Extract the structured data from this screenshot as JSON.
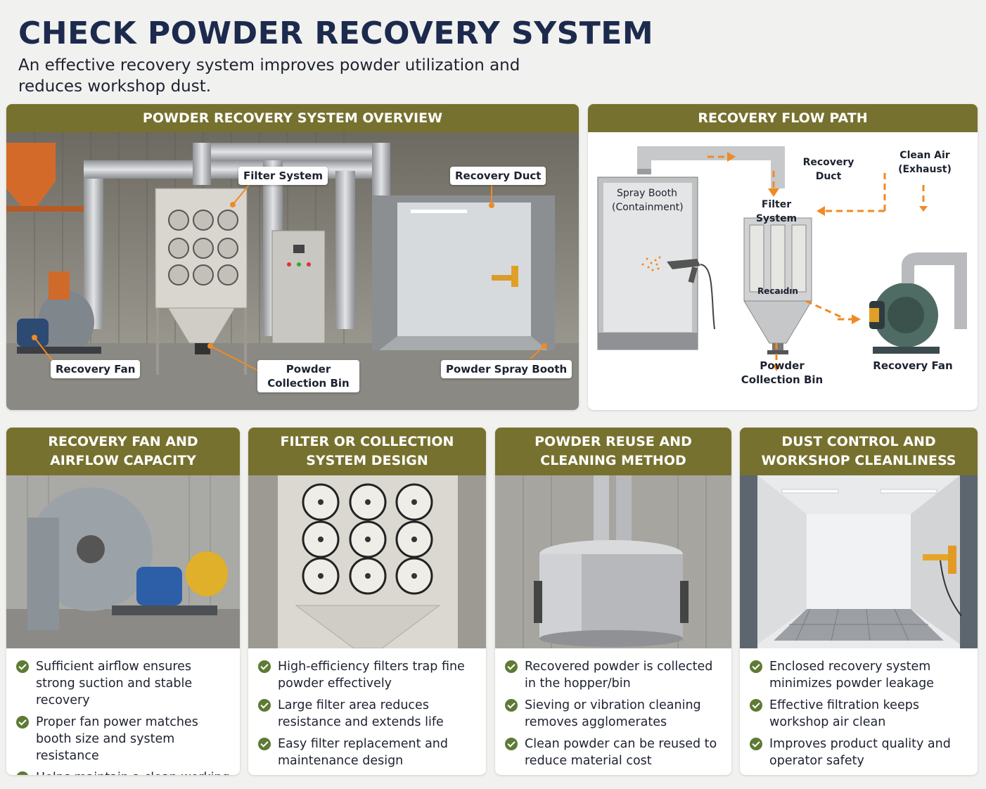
{
  "header": {
    "title": "CHECK POWDER RECOVERY SYSTEM",
    "subtitle": "An effective recovery system improves powder utilization and reduces workshop dust."
  },
  "overview": {
    "heading": "POWDER RECOVERY SYSTEM OVERVIEW",
    "callouts": {
      "filter_system": "Filter System",
      "recovery_duct": "Recovery Duct",
      "recovery_fan": "Recovery Fan",
      "powder_collection_bin": "Powder Collection Bin",
      "powder_spray_booth": "Powder Spray Booth"
    }
  },
  "flow": {
    "heading": "RECOVERY FLOW PATH",
    "labels": {
      "spray_booth": "Spray Booth (Containment)",
      "recovery_duct": "Recovery Duct",
      "clean_air": "Clean Air (Exhaust)",
      "filter_system": "Filter System",
      "hopper_text": "Recaıdın",
      "powder_collection_bin": "Powder Collection Bin",
      "recovery_fan": "Recovery Fan"
    }
  },
  "cards": [
    {
      "heading": "RECOVERY FAN AND AIRFLOW CAPACITY",
      "bullets": [
        "Sufficient airflow ensures strong suction and stable recovery",
        "Proper fan power matches booth size and system resistance",
        "Helps maintain a clean working environment"
      ]
    },
    {
      "heading": "FILTER OR COLLECTION SYSTEM DESIGN",
      "bullets": [
        "High-efficiency filters trap fine powder effectively",
        "Large filter area reduces resistance and extends life",
        "Easy filter replacement and maintenance design"
      ]
    },
    {
      "heading": "POWDER REUSE AND CLEANING METHOD",
      "bullets": [
        "Recovered powder is collected in the hopper/bin",
        "Sieving or vibration cleaning removes agglomerates",
        "Clean powder can be reused to reduce material cost"
      ]
    },
    {
      "heading": "DUST CONTROL AND WORKSHOP CLEANLINESS",
      "bullets": [
        "Enclosed recovery system minimizes powder leakage",
        "Effective filtration keeps workshop air clean",
        "Improves product quality and operator safety"
      ]
    }
  ],
  "colors": {
    "header_band": "#77712f",
    "title": "#1c2a4d",
    "accent_arrow": "#f08a24",
    "check": "#5e7a35"
  }
}
